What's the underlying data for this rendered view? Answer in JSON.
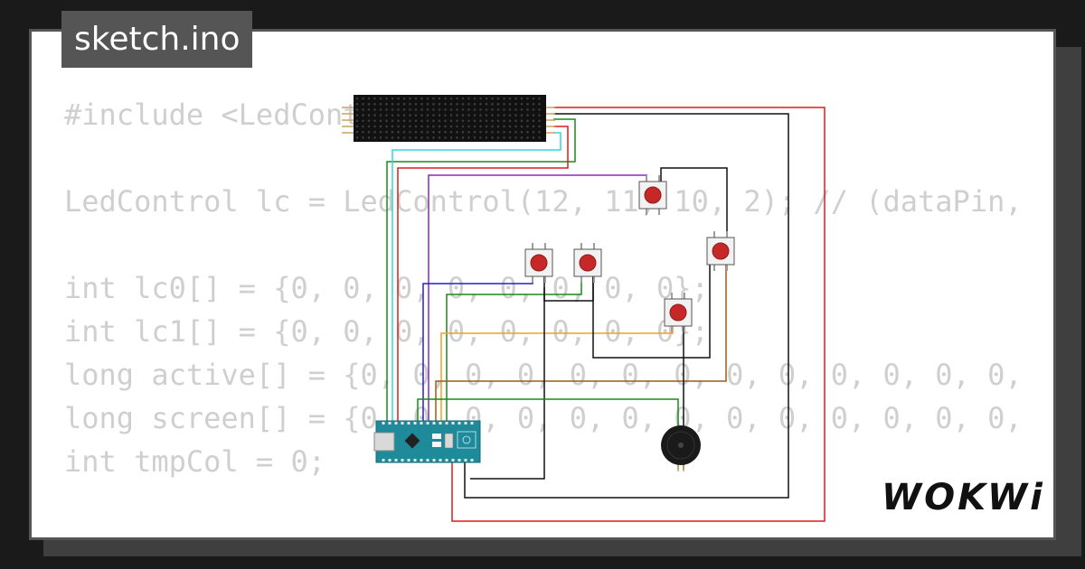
{
  "file_tab": {
    "title": "sketch.ino"
  },
  "code_lines": [
    "#include <LedControl.h>",
    "",
    "LedControl lc = LedControl(12, 11, 10, 2); // (dataPin,",
    "",
    "int lc0[] = {0, 0, 0, 0, 0, 0, 0, 0};",
    "int lc1[] = {0, 0, 0, 0, 0, 0, 0, 0};",
    "long active[] = {0, 0, 0, 0, 0, 0, 0, 0, 0, 0, 0, 0, 0,",
    "long screen[] = {0, 0, 0, 0, 0, 0, 0, 0, 0, 0, 0, 0, 0,",
    "int tmpCol = 0;"
  ],
  "brand": {
    "logo": "WOKWi"
  },
  "colors": {
    "red": "#e11a1a",
    "black": "#111111",
    "green": "#1a8a1a",
    "cyan": "#30d8d8",
    "purple": "#8a2ab0",
    "blue": "#2222cc",
    "orange": "#f0a020",
    "brown": "#a05a14",
    "board": "#1f8a9a",
    "button_cap": "#c62828"
  },
  "components": {
    "led_matrix": "led-matrix",
    "board": "arduino-nano",
    "buttons": [
      "pushbutton-1",
      "pushbutton-2",
      "pushbutton-3",
      "pushbutton-4",
      "pushbutton-5"
    ],
    "buzzer": "buzzer"
  }
}
